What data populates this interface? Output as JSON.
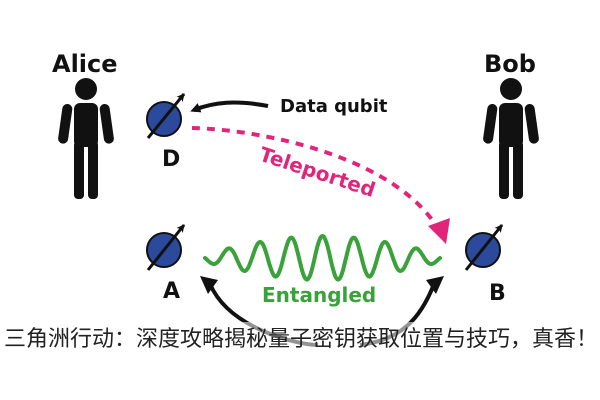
{
  "diagram": {
    "alice_label": "Alice",
    "bob_label": "Bob",
    "data_qubit_label": "Data qubit",
    "teleported_label": "Teleported",
    "entangled_label": "Entangled",
    "qubit_d_label": "D",
    "qubit_a_label": "A",
    "qubit_b_label": "B"
  },
  "caption": {
    "text": "三角洲行动：深度攻略揭秘量子密钥获取位置与技巧，真香！"
  },
  "colors": {
    "qubit_fill": "#2b4a9b",
    "person": "#111111",
    "teleport": "#e0257a",
    "entangle": "#3aa23a",
    "arrow": "#111111"
  }
}
